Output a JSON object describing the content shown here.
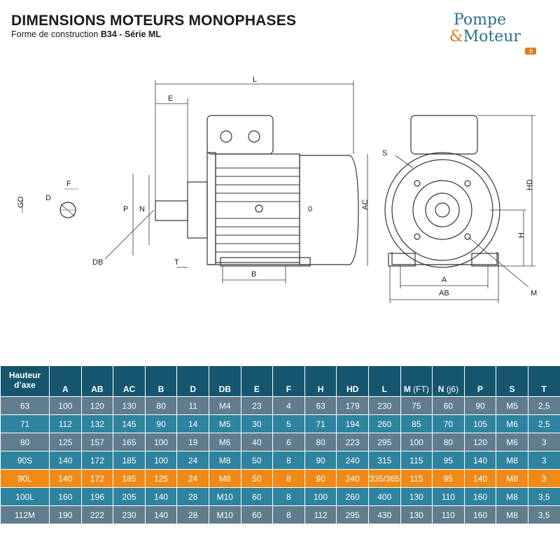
{
  "header": {
    "title": "DIMENSIONS MOTEURS MONOPHASES",
    "subtitle_prefix": "Forme de construction ",
    "subtitle_bold": "B34 - Série ML"
  },
  "logo": {
    "line1": "Pompe",
    "amp": "&",
    "line2": "Moteur",
    "suffix": ".fr"
  },
  "drawing_labels": {
    "L": "L",
    "E": "E",
    "F": "F",
    "D": "D",
    "GD": "GD",
    "DB": "DB",
    "P": "P",
    "N": "N",
    "T": "T",
    "B": "B",
    "AC": "AC",
    "S": "S",
    "HD": "HD",
    "H": "H",
    "A": "A",
    "AB": "AB",
    "M": "M",
    "O": "0"
  },
  "table": {
    "headers": [
      {
        "main": "Hauteur d’axe",
        "small": ""
      },
      {
        "main": "A",
        "small": ""
      },
      {
        "main": "AB",
        "small": ""
      },
      {
        "main": "AC",
        "small": ""
      },
      {
        "main": "B",
        "small": ""
      },
      {
        "main": "D",
        "small": ""
      },
      {
        "main": "DB",
        "small": ""
      },
      {
        "main": "E",
        "small": ""
      },
      {
        "main": "F",
        "small": ""
      },
      {
        "main": "H",
        "small": ""
      },
      {
        "main": "HD",
        "small": ""
      },
      {
        "main": "L",
        "small": ""
      },
      {
        "main": "M",
        "small": " (FT)"
      },
      {
        "main": "N",
        "small": " (j6)"
      },
      {
        "main": "P",
        "small": ""
      },
      {
        "main": "S",
        "small": ""
      },
      {
        "main": "T",
        "small": ""
      }
    ],
    "rows": [
      [
        "63",
        "100",
        "120",
        "130",
        "80",
        "11",
        "M4",
        "23",
        "4",
        "63",
        "179",
        "230",
        "75",
        "60",
        "90",
        "M5",
        "2,5"
      ],
      [
        "71",
        "112",
        "132",
        "145",
        "90",
        "14",
        "M5",
        "30",
        "5",
        "71",
        "194",
        "260",
        "85",
        "70",
        "105",
        "M6",
        "2,5"
      ],
      [
        "80",
        "125",
        "157",
        "165",
        "100",
        "19",
        "M6",
        "40",
        "6",
        "80",
        "223",
        "295",
        "100",
        "80",
        "120",
        "M6",
        "3"
      ],
      [
        "90S",
        "140",
        "172",
        "185",
        "100",
        "24",
        "M8",
        "50",
        "8",
        "90",
        "240",
        "315",
        "115",
        "95",
        "140",
        "M8",
        "3"
      ],
      [
        "90L",
        "140",
        "172",
        "185",
        "125",
        "24",
        "M8",
        "50",
        "8",
        "90",
        "240",
        "335/365",
        "115",
        "95",
        "140",
        "M8",
        "3"
      ],
      [
        "100L",
        "160",
        "196",
        "205",
        "140",
        "28",
        "M10",
        "60",
        "8",
        "100",
        "260",
        "400",
        "130",
        "110",
        "160",
        "M8",
        "3,5"
      ],
      [
        "112M",
        "190",
        "222",
        "230",
        "140",
        "28",
        "M10",
        "60",
        "8",
        "112",
        "295",
        "430",
        "130",
        "110",
        "160",
        "M8",
        "3,5"
      ]
    ],
    "highlight_row": 4,
    "colors": {
      "header": "#15566e",
      "row_odd": "#5f7d8c",
      "row_even": "#2e839e",
      "highlight": "#f08a16"
    }
  }
}
